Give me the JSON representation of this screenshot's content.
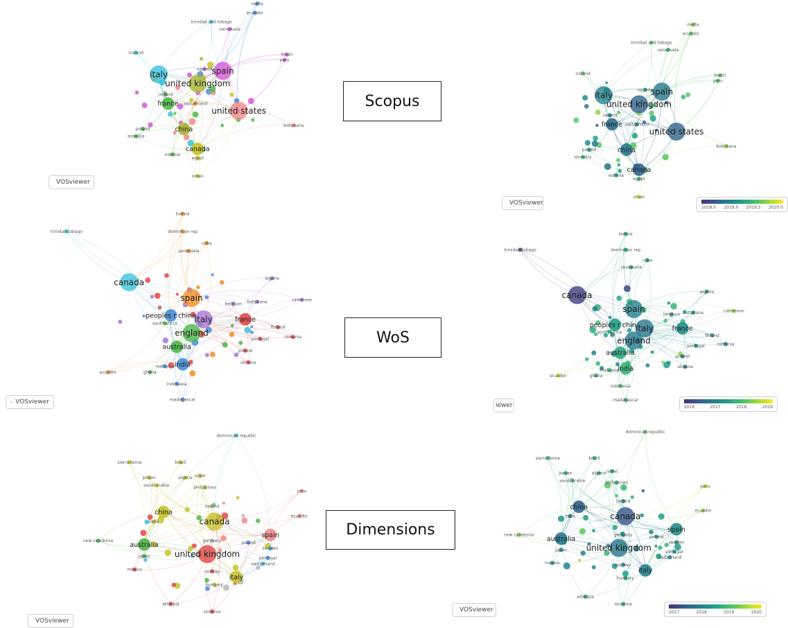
{
  "section_labels": {
    "scopus": "Scopus",
    "wos": "WoS",
    "dimensions": "Dimensions"
  },
  "badge_text": "VOSviewer",
  "wos_right_badge_text": "iewer",
  "legends": {
    "scopus": [
      "2018.0",
      "2019.0",
      "2019.5",
      "2020.0"
    ],
    "wos": [
      "2016",
      "2017",
      "2018",
      "2019"
    ],
    "dimensions": [
      "2017",
      "2018",
      "2019",
      "2020"
    ]
  },
  "networks": {
    "scopus": {
      "nodes": [
        {
          "label": "italy",
          "importance": "major",
          "cluster": "cyan",
          "year": 0.35
        },
        {
          "label": "spain",
          "importance": "major",
          "cluster": "magenta",
          "year": 0.3
        },
        {
          "label": "united kingdom",
          "importance": "major",
          "cluster": "olive",
          "year": 0.2
        },
        {
          "label": "france",
          "importance": "medium",
          "cluster": "green",
          "year": 0.25
        },
        {
          "label": "united states",
          "importance": "major",
          "cluster": "salmon",
          "year": 0.2
        },
        {
          "label": "china",
          "importance": "medium",
          "cluster": "olive",
          "year": 0.3
        },
        {
          "label": "canada",
          "importance": "medium",
          "cluster": "yellow",
          "year": 0.2
        },
        {
          "label": "switzerland",
          "importance": "small",
          "cluster": "orange",
          "year": 0.4
        },
        {
          "label": "ireland",
          "importance": "small",
          "cluster": "green",
          "year": 0.4
        },
        {
          "label": "poland",
          "importance": "small",
          "cluster": "green",
          "year": 0.5
        },
        {
          "label": "estonia",
          "importance": "small",
          "cluster": "green",
          "year": 0.5
        },
        {
          "label": "egypt",
          "importance": "small",
          "cluster": "yellow",
          "year": 0.6
        },
        {
          "label": "ecuador",
          "importance": "small",
          "cluster": "blue",
          "year": 0.7
        },
        {
          "label": "trinidad and tobago",
          "importance": "small",
          "cluster": "cyan",
          "year": 0.7
        },
        {
          "label": "venezuela",
          "importance": "small",
          "cluster": "magenta",
          "year": 0.6
        },
        {
          "label": "uganda",
          "importance": "small",
          "cluster": "magenta",
          "year": 0.5
        },
        {
          "label": "brazil",
          "importance": "small",
          "cluster": "magenta",
          "year": 0.7
        },
        {
          "label": "peru",
          "importance": "small",
          "cluster": "magenta",
          "year": 0.7
        },
        {
          "label": "botswana",
          "importance": "small",
          "cluster": "salmon",
          "year": 0.8
        },
        {
          "label": "slovakia",
          "importance": "small",
          "cluster": "green",
          "year": 0.6
        },
        {
          "label": "iceland",
          "importance": "small",
          "cluster": "cyan",
          "year": 0.7
        },
        {
          "label": "malta",
          "importance": "small",
          "cluster": "blue",
          "year": 0.8
        },
        {
          "label": "oman",
          "importance": "small",
          "cluster": "yellow",
          "year": 0.9
        }
      ]
    },
    "wos": {
      "nodes": [
        {
          "label": "canada",
          "importance": "major",
          "cluster": "cyan",
          "year": 0.05
        },
        {
          "label": "spain",
          "importance": "major",
          "cluster": "orange",
          "year": 0.35
        },
        {
          "label": "italy",
          "importance": "major",
          "cluster": "purple",
          "year": 0.3
        },
        {
          "label": "england",
          "importance": "major",
          "cluster": "green",
          "year": 0.3
        },
        {
          "label": "france",
          "importance": "medium",
          "cluster": "red",
          "year": 0.4
        },
        {
          "label": "peoples r china",
          "importance": "medium",
          "cluster": "blue",
          "year": 0.5
        },
        {
          "label": "belgium",
          "importance": "small",
          "cluster": "purple",
          "year": 0.45
        },
        {
          "label": "australia",
          "importance": "medium",
          "cluster": "green",
          "year": 0.55
        },
        {
          "label": "india",
          "importance": "medium",
          "cluster": "blue",
          "year": 0.6
        },
        {
          "label": "romania",
          "importance": "small",
          "cluster": "red",
          "year": 0.35
        },
        {
          "label": "portugal",
          "importance": "small",
          "cluster": "red",
          "year": 0.4
        },
        {
          "label": "poland",
          "importance": "small",
          "cluster": "red",
          "year": 0.35
        },
        {
          "label": "finland",
          "importance": "small",
          "cluster": "red",
          "year": 0.4
        },
        {
          "label": "south africa",
          "importance": "small",
          "cluster": "green",
          "year": 0.55
        },
        {
          "label": "malaysia",
          "importance": "small",
          "cluster": "blue",
          "year": 0.6
        },
        {
          "label": "indonesia",
          "importance": "small",
          "cluster": "blue",
          "year": 0.65
        },
        {
          "label": "ecuador",
          "importance": "small",
          "cluster": "orange",
          "year": 0.9
        },
        {
          "label": "trinidad tobago",
          "importance": "small",
          "cluster": "cyan",
          "year": 0.1
        },
        {
          "label": "algeria",
          "importance": "small",
          "cluster": "purple",
          "year": 0.5
        },
        {
          "label": "cameroon",
          "importance": "small",
          "cluster": "purple",
          "year": 0.8
        },
        {
          "label": "botswana",
          "importance": "small",
          "cluster": "purple",
          "year": 0.5
        },
        {
          "label": "ukraine",
          "importance": "small",
          "cluster": "red",
          "year": 0.4
        },
        {
          "label": "cuba",
          "importance": "small",
          "cluster": "orange",
          "year": 0.5
        },
        {
          "label": "venezuela",
          "importance": "small",
          "cluster": "orange",
          "year": 0.5
        },
        {
          "label": "bolivia",
          "importance": "small",
          "cluster": "orange",
          "year": 0.5
        },
        {
          "label": "dominican rep",
          "importance": "small",
          "cluster": "orange",
          "year": 0.5
        },
        {
          "label": "madagascar",
          "importance": "small",
          "cluster": "blue",
          "year": 0.6
        },
        {
          "label": "ghana",
          "importance": "small",
          "cluster": "green",
          "year": 0.6
        }
      ]
    },
    "dimensions": {
      "nodes": [
        {
          "label": "canada",
          "importance": "major",
          "cluster": "yellow",
          "year": 0.15
        },
        {
          "label": "united kingdom",
          "importance": "major",
          "cluster": "red",
          "year": 0.3
        },
        {
          "label": "china",
          "importance": "medium",
          "cluster": "yellow",
          "year": 0.2
        },
        {
          "label": "india",
          "importance": "small",
          "cluster": "yellow",
          "year": 0.3
        },
        {
          "label": "australia",
          "importance": "medium",
          "cluster": "green",
          "year": 0.3
        },
        {
          "label": "spain",
          "importance": "medium",
          "cluster": "salmon",
          "year": 0.4
        },
        {
          "label": "italy",
          "importance": "medium",
          "cluster": "yellow",
          "year": 0.35
        },
        {
          "label": "switzerland",
          "importance": "small",
          "cluster": "cyan",
          "year": 0.45
        },
        {
          "label": "germany",
          "importance": "small",
          "cluster": "grey",
          "year": 0.35
        },
        {
          "label": "ireland",
          "importance": "small",
          "cluster": "grey",
          "year": 0.4
        },
        {
          "label": "poland",
          "importance": "small",
          "cluster": "blue",
          "year": 0.45
        },
        {
          "label": "portugal",
          "importance": "small",
          "cluster": "blue",
          "year": 0.45
        },
        {
          "label": "norway",
          "importance": "small",
          "cluster": "red",
          "year": 0.4
        },
        {
          "label": "hungary",
          "importance": "small",
          "cluster": "yellow",
          "year": 0.5
        },
        {
          "label": "japan",
          "importance": "small",
          "cluster": "green",
          "year": 0.4
        },
        {
          "label": "mexico",
          "importance": "small",
          "cluster": "red",
          "year": 0.45
        },
        {
          "label": "saudi arabia",
          "importance": "small",
          "cluster": "yellow",
          "year": 0.6
        },
        {
          "label": "new caledonia",
          "importance": "small",
          "cluster": "green",
          "year": 0.8
        },
        {
          "label": "peru",
          "importance": "small",
          "cluster": "salmon",
          "year": 0.9
        },
        {
          "label": "ecuador",
          "importance": "small",
          "cluster": "salmon",
          "year": 0.8
        },
        {
          "label": "dominican republic",
          "importance": "small",
          "cluster": "cyan",
          "year": 0.7
        },
        {
          "label": "sierra leone",
          "importance": "small",
          "cluster": "yellow",
          "year": 0.6
        },
        {
          "label": "slovenia",
          "importance": "small",
          "cluster": "red",
          "year": 0.5
        },
        {
          "label": "philippines",
          "importance": "small",
          "cluster": "yellow",
          "year": 0.6
        },
        {
          "label": "ethiopia",
          "importance": "small",
          "cluster": "red",
          "year": 0.5
        },
        {
          "label": "sweden",
          "importance": "small",
          "cluster": "blue",
          "year": 0.45
        },
        {
          "label": "jordan",
          "importance": "small",
          "cluster": "yellow",
          "year": 0.6
        },
        {
          "label": "algeria",
          "importance": "small",
          "cluster": "yellow",
          "year": 0.6
        },
        {
          "label": "israel",
          "importance": "small",
          "cluster": "yellow",
          "year": 0.5
        },
        {
          "label": "brazil",
          "importance": "small",
          "cluster": "yellow",
          "year": 0.6
        }
      ]
    }
  }
}
